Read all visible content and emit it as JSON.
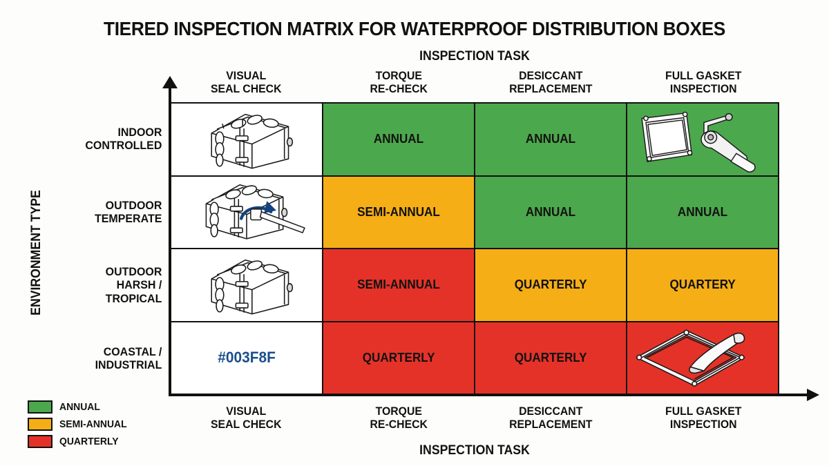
{
  "title": "TIERED INSPECTION MATRIX FOR WATERPROOF DISTRIBUTION BOXES",
  "axes": {
    "x_title_top": "INSPECTION TASK",
    "x_title_bottom": "INSPECTION TASK",
    "y_title": "ENVIRONMENT TYPE"
  },
  "columns": [
    {
      "line1": "VISUAL",
      "line2": "SEAL CHECK"
    },
    {
      "line1": "TORQUE",
      "line2": "RE-CHECK"
    },
    {
      "line1": "DESICCANT",
      "line2": "REPLACEMENT"
    },
    {
      "line1": "FULL GASKET",
      "line2": "INSPECTION"
    }
  ],
  "rows": [
    {
      "line1": "INDOOR",
      "line2": "CONTROLLED",
      "line3": ""
    },
    {
      "line1": "OUTDOOR",
      "line2": "TEMPERATE",
      "line3": ""
    },
    {
      "line1": "OUTDOOR",
      "line2": "HARSH /",
      "line3": "TROPICAL"
    },
    {
      "line1": "COASTAL /",
      "line2": "INDUSTRIAL",
      "line3": ""
    }
  ],
  "legend": {
    "items": [
      {
        "label": "ANNUAL",
        "color": "#4CA84C"
      },
      {
        "label": "SEMI-ANNUAL",
        "color": "#F5AE16"
      },
      {
        "label": "QUARTERLY",
        "color": "#E53228"
      }
    ]
  },
  "chart_data": {
    "type": "heatmap",
    "title": "TIERED INSPECTION MATRIX FOR WATERPROOF DISTRIBUTION BOXES",
    "xlabel": "INSPECTION TASK",
    "ylabel": "ENVIRONMENT TYPE",
    "grid": true,
    "legend_position": "bottom-left",
    "categories_x": [
      "VISUAL SEAL CHECK",
      "TORQUE RE-CHECK",
      "DESICCANT REPLACEMENT",
      "FULL GASKET INSPECTION"
    ],
    "categories_y": [
      "INDOOR CONTROLLED",
      "OUTDOOR TEMPERATE",
      "OUTDOOR HARSH / TROPICAL",
      "COASTAL / INDUSTRIAL"
    ],
    "color_scale": {
      "ANNUAL": "#4CA84C",
      "SEMI-ANNUAL": "#F5AE16",
      "QUARTERLY": "#E53228",
      "none": "#FFFFFF"
    },
    "cells": [
      [
        {
          "text": "",
          "value": "none",
          "color": "#FFFFFF",
          "art": "junction-box-illustration"
        },
        {
          "text": "ANNUAL",
          "value": "ANNUAL",
          "color": "#4CA84C",
          "art": ""
        },
        {
          "text": "ANNUAL",
          "value": "ANNUAL",
          "color": "#4CA84C",
          "art": ""
        },
        {
          "text": "",
          "value": "ANNUAL",
          "color": "#4CA84C",
          "art": "gasket-and-ratchet-illustration"
        }
      ],
      [
        {
          "text": "",
          "value": "none",
          "color": "#FFFFFF",
          "art": "junction-box-torque-illustration"
        },
        {
          "text": "SEMI-ANNUAL",
          "value": "SEMI-ANNUAL",
          "color": "#F5AE16",
          "art": ""
        },
        {
          "text": "ANNUAL",
          "value": "ANNUAL",
          "color": "#4CA84C",
          "art": ""
        },
        {
          "text": "ANNUAL",
          "value": "ANNUAL",
          "color": "#4CA84C",
          "art": ""
        }
      ],
      [
        {
          "text": "",
          "value": "none",
          "color": "#FFFFFF",
          "art": "junction-box-illustration"
        },
        {
          "text": "SEMI-ANNUAL",
          "value": "QUARTERLY",
          "color": "#E53228",
          "art": ""
        },
        {
          "text": "QUARTERLY",
          "value": "SEMI-ANNUAL",
          "color": "#F5AE16",
          "art": ""
        },
        {
          "text": "QUARTERY",
          "value": "SEMI-ANNUAL",
          "color": "#F5AE16",
          "art": ""
        }
      ],
      [
        {
          "text": "#003F8F",
          "value": "none",
          "color": "#FFFFFF",
          "art": "hexcode"
        },
        {
          "text": "QUARTERLY",
          "value": "QUARTERLY",
          "color": "#E53228",
          "art": ""
        },
        {
          "text": "QUARTERLY",
          "value": "QUARTERLY",
          "color": "#E53228",
          "art": ""
        },
        {
          "text": "",
          "value": "QUARTERLY",
          "color": "#E53228",
          "art": "gasket-seal-illustration"
        }
      ]
    ]
  }
}
